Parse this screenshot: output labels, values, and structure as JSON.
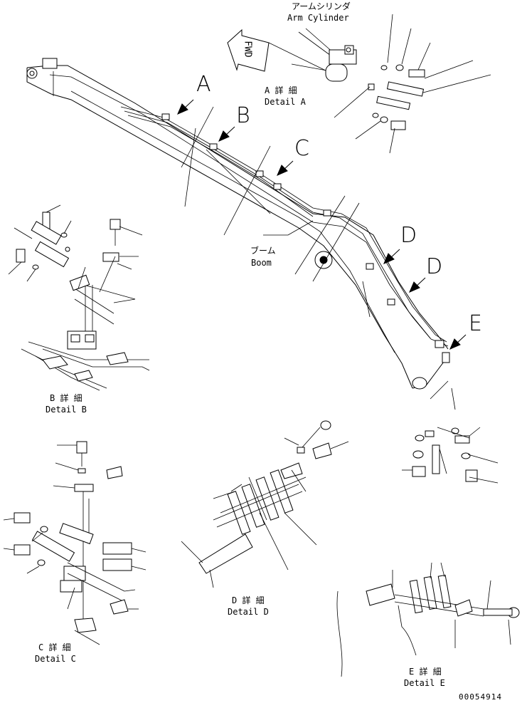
{
  "labels": {
    "arm_cylinder_jp": "アームシリンダ",
    "arm_cylinder_en": "Arm Cylinder",
    "fwd": "FWD",
    "boom_jp": "ブーム",
    "boom_en": "Boom",
    "detail_a_jp": "A 詳 細",
    "detail_a_en": "Detail A",
    "detail_b_jp": "B 詳 細",
    "detail_b_en": "Detail B",
    "detail_c_jp": "C 詳 細",
    "detail_c_en": "Detail C",
    "detail_d_jp": "D 詳 細",
    "detail_d_en": "Detail D",
    "detail_e_jp": "E 詳 細",
    "detail_e_en": "Detail E",
    "drawing_number": "00054914"
  },
  "callouts": [
    "A",
    "B",
    "C",
    "D",
    "D",
    "E"
  ]
}
